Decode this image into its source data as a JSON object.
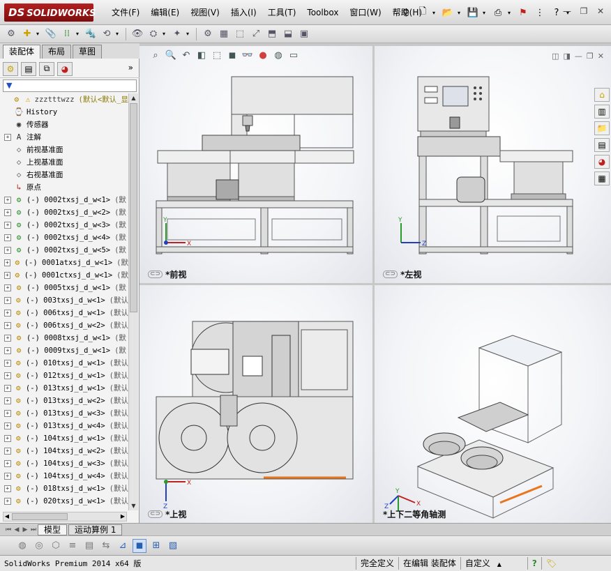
{
  "app": {
    "logo_text": "SOLIDWORKS",
    "logo_prefix": "DS"
  },
  "menu": [
    "文件(F)",
    "编辑(E)",
    "视图(V)",
    "插入(I)",
    "工具(T)",
    "Toolbox",
    "窗口(W)",
    "帮助(H)"
  ],
  "title_right_help": "?",
  "left_panel": {
    "tabs": [
      "装配体",
      "布局",
      "草图"
    ],
    "more_label": "»"
  },
  "tree": {
    "root_name": "zzztttwzz",
    "root_config": "(默认<默认_显",
    "fixed_items": [
      {
        "label": "History",
        "icon": "history-icon"
      },
      {
        "label": "传感器",
        "icon": "sensor-icon"
      },
      {
        "label": "注解",
        "icon": "annotation-icon"
      },
      {
        "label": "前视基准面",
        "icon": "plane-icon"
      },
      {
        "label": "上视基准面",
        "icon": "plane-icon"
      },
      {
        "label": "右视基准面",
        "icon": "plane-icon"
      },
      {
        "label": "原点",
        "icon": "origin-icon"
      }
    ],
    "components": [
      {
        "label": "(-) 0002txsj_d_w<1>",
        "config": "(默"
      },
      {
        "label": "(-) 0002txsj_d_w<2>",
        "config": "(默"
      },
      {
        "label": "(-) 0002txsj_d_w<3>",
        "config": "(默"
      },
      {
        "label": "(-) 0002txsj_d_w<4>",
        "config": "(默"
      },
      {
        "label": "(-) 0002txsj_d_w<5>",
        "config": "(默"
      },
      {
        "label": "(-) 0001atxsj_d_w<1>",
        "config": "(默"
      },
      {
        "label": "(-) 0001ctxsj_d_w<1>",
        "config": "(默"
      },
      {
        "label": "(-) 0005txsj_d_w<1>",
        "config": "(默"
      },
      {
        "label": "(-) 003txsj_d_w<1>",
        "config": "(默认"
      },
      {
        "label": "(-) 006txsj_d_w<1>",
        "config": "(默认"
      },
      {
        "label": "(-) 006txsj_d_w<2>",
        "config": "(默认"
      },
      {
        "label": "(-) 0008txsj_d_w<1>",
        "config": "(默"
      },
      {
        "label": "(-) 0009txsj_d_w<1>",
        "config": "(默"
      },
      {
        "label": "(-) 010txsj_d_w<1>",
        "config": "(默认"
      },
      {
        "label": "(-) 012txsj_d_w<1>",
        "config": "(默认"
      },
      {
        "label": "(-) 013txsj_d_w<1>",
        "config": "(默认"
      },
      {
        "label": "(-) 013txsj_d_w<2>",
        "config": "(默认"
      },
      {
        "label": "(-) 013txsj_d_w<3>",
        "config": "(默认"
      },
      {
        "label": "(-) 013txsj_d_w<4>",
        "config": "(默认"
      },
      {
        "label": "(-) 104txsj_d_w<1>",
        "config": "(默认"
      },
      {
        "label": "(-) 104txsj_d_w<2>",
        "config": "(默认"
      },
      {
        "label": "(-) 104txsj_d_w<3>",
        "config": "(默认"
      },
      {
        "label": "(-) 104txsj_d_w<4>",
        "config": "(默认"
      },
      {
        "label": "(-) 018txsj_d_w<1>",
        "config": "(默认"
      },
      {
        "label": "(-) 020txsj_d_w<1>",
        "config": "(默认"
      }
    ]
  },
  "viewports": {
    "front": "*前视",
    "left": "*左视",
    "top": "*上视",
    "iso": "*上下二等角轴测"
  },
  "axes": {
    "x": "X",
    "y": "Y",
    "z": "Z"
  },
  "bottom_tabs": [
    "模型",
    "运动算例 1"
  ],
  "status": {
    "product": "SolidWorks Premium 2014 x64 版",
    "cell1": "完全定义",
    "cell2": "在编辑 装配体",
    "cell3": "自定义",
    "cell3_caret": "▲",
    "help": "?"
  },
  "colors": {
    "accent_orange": "#e8761e",
    "frame_gray": "#7a7a7a",
    "asm_yellow": "#c9a200",
    "logo_red": "#a11818"
  }
}
